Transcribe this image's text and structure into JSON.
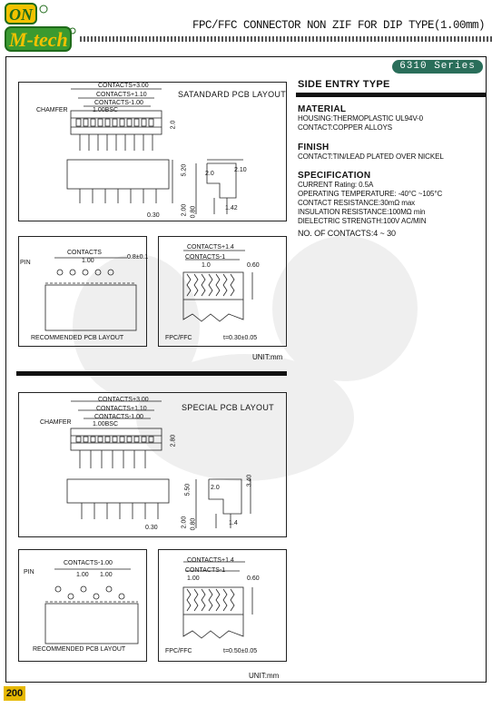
{
  "header": {
    "brand": "M-tech",
    "title": "FPC/FFC CONNECTOR NON ZIF FOR DIP TYPE(1.00mm)"
  },
  "series_badge": "6310 Series",
  "specs": {
    "heading": "SIDE ENTRY TYPE",
    "material_title": "MATERIAL",
    "material_lines": [
      "HOUSING:THERMOPLASTIC UL94V-0",
      "CONTACT:COPPER ALLOYS"
    ],
    "finish_title": "FINISH",
    "finish_lines": [
      "CONTACT:TIN/LEAD PLATED OVER NICKEL"
    ],
    "spec_title": "SPECIFICATION",
    "spec_lines": [
      "CURRENT Rating: 0.5A",
      "OPERATING TEMPERATURE: -40°C ~105°C",
      "CONTACT RESISTANCE:30mΩ max",
      "INSULATION RESISTANCE:100MΩ min",
      "DIELECTRIC STRENGTH:100V AC/MIN"
    ],
    "contacts_count": "NO. OF CONTACTS:4 ~ 30"
  },
  "drawings": {
    "standard": {
      "title": "SATANDARD PCB LAYOUT",
      "dim_contacts_top": "CONTACTS+3.00",
      "dim_contacts_mid": "CONTACTS+1.10",
      "dim_contacts_low": "CONTACTS-1.00",
      "dim_pitch": "1.00BSC",
      "chamfer": "CHAMFER",
      "d1": "2.0",
      "d2": "5.20",
      "d3": "2.0",
      "d4": "1.42",
      "d5": "2.00",
      "d6": "0.80",
      "d7": "0.30",
      "d8": "2.10"
    },
    "standard_pcb": {
      "title": "RECOMMENDED PCB LAYOUT",
      "contacts": "CONTACTS",
      "pin": "PIN",
      "d1": "1.00",
      "d2": "0.8±0.1"
    },
    "standard_fpc": {
      "contacts_top": "CONTACTS+1.4",
      "contacts_mid": "CONTACTS-1",
      "d1": "1.0",
      "d2": "0.60",
      "label": "FPC/FFC",
      "thickness": "t=0.30±0.05"
    },
    "unit_top": "UNIT:mm",
    "special": {
      "title": "SPECIAL PCB LAYOUT",
      "dim_contacts_top": "CONTACTS+3.00",
      "dim_contacts_mid": "CONTACTS+1.10",
      "dim_contacts_low": "CONTACTS-1.00",
      "dim_pitch": "1.00BSC",
      "chamfer": "CHAMFER",
      "d1": "2.80",
      "d2": "5.50",
      "d3": "2.0",
      "d4": "3.40",
      "d5": "2.00",
      "d6": "0.80",
      "d7": "0.30",
      "d8": "1.4"
    },
    "special_pcb": {
      "title": "RECOMMENDED PCB LAYOUT",
      "contacts": "CONTACTS-1.00",
      "pin": "PIN",
      "d1": "1.00",
      "d2": "1.00"
    },
    "special_fpc": {
      "contacts_top": "CONTACTS+1.4",
      "contacts_mid": "CONTACTS-1",
      "d1": "1.00",
      "d2": "0.60",
      "label": "FPC/FFC",
      "thickness": "t=0.50±0.05"
    },
    "unit_bottom": "UNIT:mm"
  },
  "page_number": "200",
  "colors": {
    "badge": "#2a6e5a",
    "page_tab": "#e6b800",
    "logo_green": "#3a9a30",
    "logo_yellow": "#f2c200"
  }
}
